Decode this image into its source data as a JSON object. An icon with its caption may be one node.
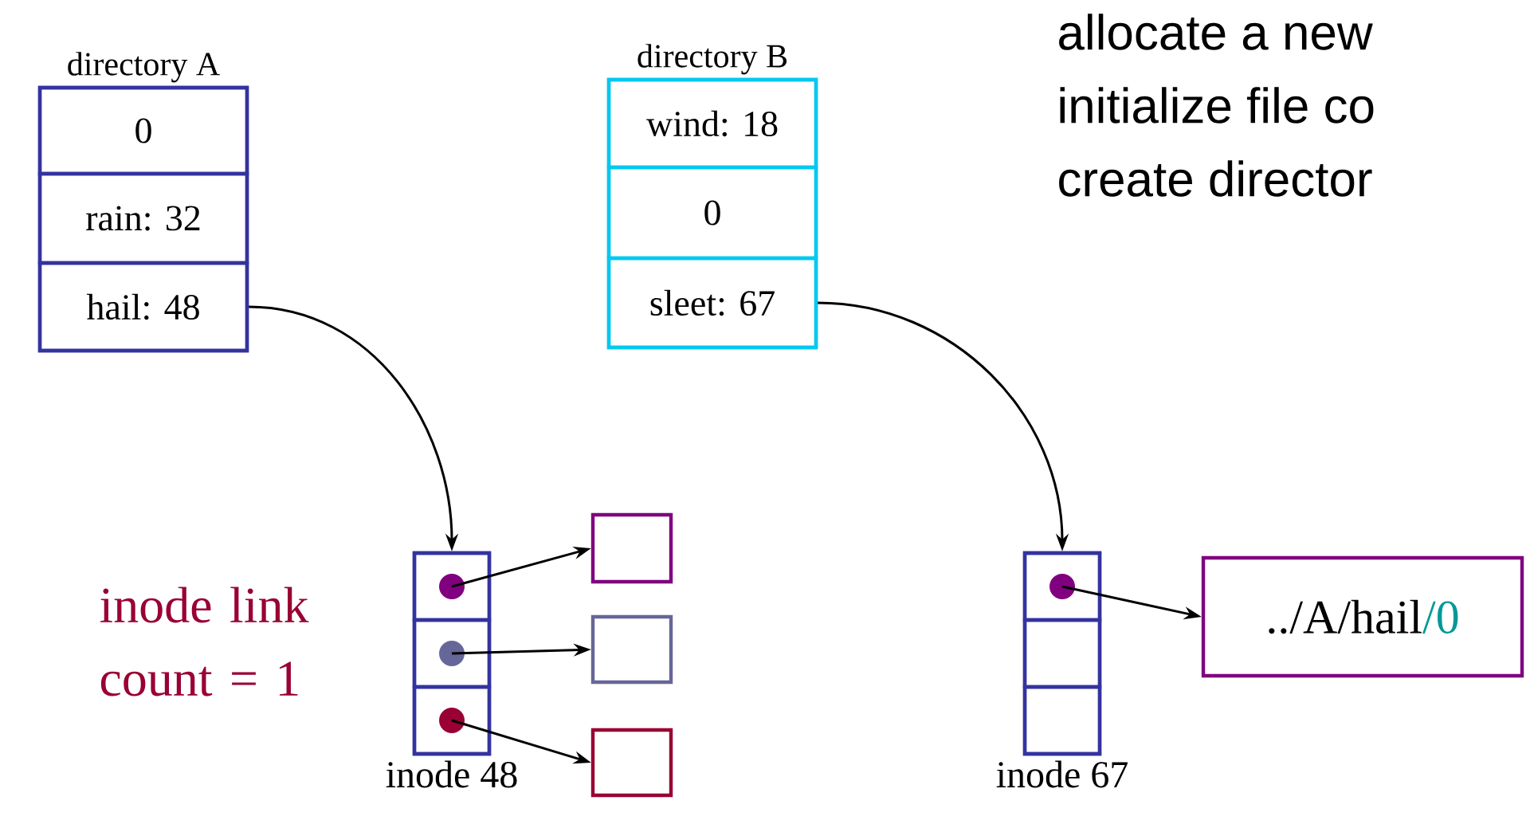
{
  "diagram": {
    "nodes": [
      {
        "text": [
          "directory A"
        ]
      },
      {
        "text": [
          "0"
        ],
        "in": 0
      },
      {
        "text": [
          "rain: 32"
        ],
        "in": 0
      },
      {
        "text": [
          "hail: 48"
        ],
        "in": 0
      },
      {
        "text": [
          "directory B"
        ]
      },
      {
        "text": [
          "wind: 18"
        ],
        "in": 4
      },
      {
        "text": [
          "0"
        ],
        "in": 4
      },
      {
        "text": [
          "sleet: 67"
        ],
        "in": 4
      },
      {
        "text": [
          "inode 48"
        ]
      },
      {
        "text": [],
        "shape": "box",
        "in": 8
      },
      {
        "text": [],
        "shape": "box",
        "in": 8
      },
      {
        "text": [],
        "shape": "box",
        "in": 8
      },
      {
        "text": [],
        "shape": "box"
      },
      {
        "text": [],
        "shape": "box"
      },
      {
        "text": [],
        "shape": "box"
      },
      {
        "text": [
          "inode 67"
        ]
      },
      {
        "text": [],
        "shape": "box",
        "in": 15
      },
      {
        "text": [],
        "shape": "box",
        "in": 15
      },
      {
        "text": [],
        "shape": "box",
        "in": 15
      },
      {
        "text": [
          "../A/hail",
          "/0"
        ]
      }
    ],
    "edges": [
      {
        "from": 3,
        "to": 8,
        "arrow": "to"
      },
      {
        "from": 7,
        "to": 15,
        "arrow": "to"
      },
      {
        "from": 9,
        "to": 12,
        "arrow": "to"
      },
      {
        "from": 10,
        "to": 13,
        "arrow": "to"
      },
      {
        "from": 11,
        "to": 14,
        "arrow": "to"
      },
      {
        "from": 16,
        "to": 19,
        "arrow": "to"
      }
    ],
    "labels": [
      "allocate a new",
      "initialize file co",
      "create director",
      "inode link count = 1"
    ]
  }
}
